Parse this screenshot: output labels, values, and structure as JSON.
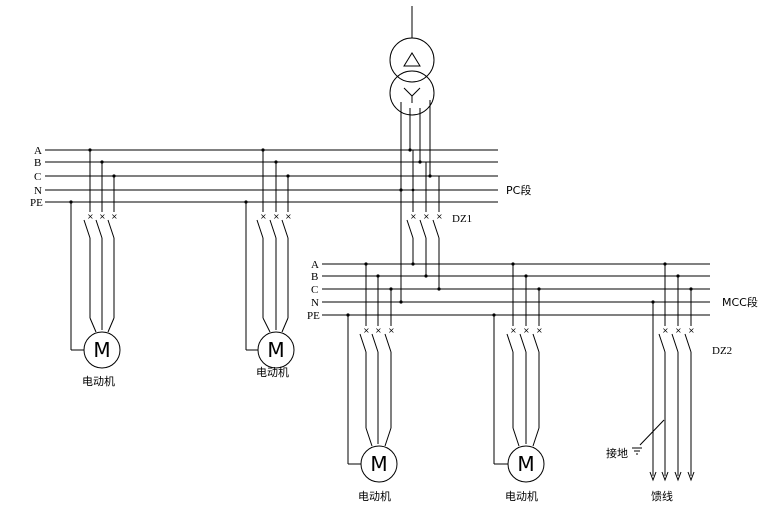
{
  "bus_labels": [
    "A",
    "B",
    "C",
    "N",
    "PE"
  ],
  "pc_section": {
    "label": "PC段"
  },
  "mcc_section": {
    "label": "MCC段"
  },
  "breakers": {
    "dz1": "DZ1",
    "dz2": "DZ2"
  },
  "motor_symbol": "M",
  "loads": {
    "motor": "电动机",
    "feeder": "馈线",
    "ground": "接地"
  }
}
